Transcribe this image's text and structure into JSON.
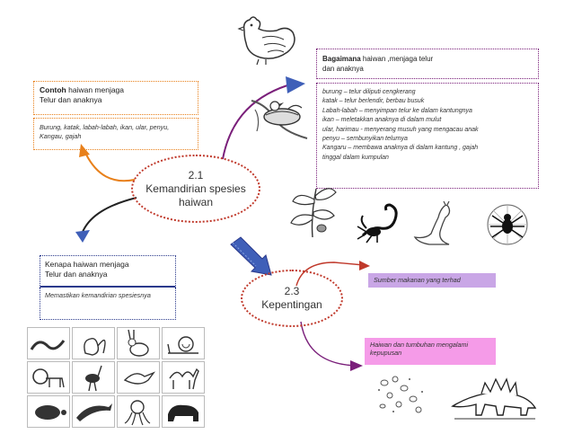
{
  "center": {
    "line1": "2.1",
    "line2": "Kemandirian spesies",
    "line3": "haiwan"
  },
  "kepentingan": {
    "line1": "2.3",
    "line2": "Kepentingan"
  },
  "contoh": {
    "title_bold": "Contoh",
    "title_rest": " haiwan  menjaga",
    "title_line2": "Telur dan anaknya",
    "body": "Burung, katak, labah-labah, ikan, ular, penyu, Kangau, gajah"
  },
  "bagaimana": {
    "title_bold": "Bagaimana",
    "title_rest": " haiwan ,menjaga telur",
    "title_line2": "dan anaknya",
    "lines": [
      "burung – telur diliputi cengkerang",
      "katak – telur berlendir, berbau busuk",
      "Labah-labah – menyimpan telur ke dalam kantungnya",
      "ikan – meletakkan anaknya di dalam mulut",
      "ular, harimau - menyerang musuh yang mengacau anak",
      "penyu – sembunyikan telurnya",
      "Kangaru – membawa anaknya di dalam kantung , gajah",
      "tinggal dalam kumpulan"
    ]
  },
  "kenapa": {
    "title_line1": "Kenapa  haiwan  menjaga",
    "title_line2": "Telur dan anaknya",
    "body": "Memastikan kemandirian spesiesnya"
  },
  "importance": {
    "item1": "Sumber makanan yang terhad",
    "item2": "Haiwan dan tumbuhan mengalami kepupusan"
  },
  "colors": {
    "orange": "#e8801a",
    "purple": "#7a1f7a",
    "navy": "#2b3a8c",
    "red_dotted": "#c0392b",
    "lavender": "#c9a6e6",
    "pink": "#f59be8",
    "arrow_blue": "#3f5fb8"
  },
  "icons": [
    "hen-icon",
    "bird-nest-icon",
    "plant-branch-icon",
    "scorpion-icon",
    "kangaroo-icon",
    "spider-icon",
    "eggs-sketch-icon",
    "stegosaurus-icon",
    "snake-icon",
    "squirrel-icon",
    "rabbit-icon",
    "snail-icon",
    "lion-icon",
    "ostrich-icon",
    "bird-icon",
    "camel-icon",
    "turtle-icon",
    "dolphin-icon",
    "octopus-icon",
    "bear-icon"
  ]
}
